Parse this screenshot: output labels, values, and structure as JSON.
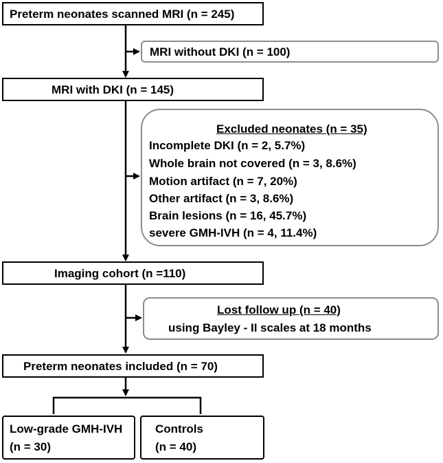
{
  "boxes": {
    "scanned": "Preterm neonates scanned MRI (n = 245)",
    "without_dki": "MRI without DKI (n = 100)",
    "with_dki": "MRI with DKI (n = 145)",
    "excluded": {
      "title": "Excluded neonates (n = 35)",
      "items": [
        "Incomplete DKI (n = 2, 5.7%)",
        "Whole brain not covered (n = 3, 8.6%)",
        "Motion artifact (n = 7, 20%)",
        "Other artifact (n = 3, 8.6%)",
        "Brain lesions (n = 16, 45.7%)",
        "severe GMH-IVH (n = 4, 11.4%)"
      ]
    },
    "imaging_cohort": "Imaging cohort (n =110)",
    "lost_followup": {
      "title": "Lost follow up (n = 40)",
      "detail": "using Bayley - II scales at 18 months"
    },
    "included": "Preterm neonates included (n = 70)",
    "low_grade": {
      "line1": "Low-grade GMH-IVH",
      "line2": "(n = 30)"
    },
    "controls": {
      "line1": "Controls",
      "line2": "(n = 40)"
    }
  },
  "colors": {
    "main_border": "#000000",
    "side_border": "#8c8c8c",
    "arrow": "#000000"
  }
}
